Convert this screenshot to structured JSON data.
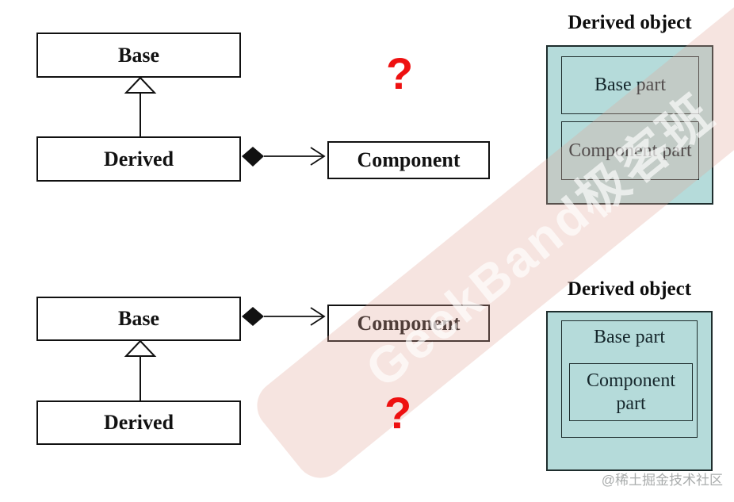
{
  "colors": {
    "background": "#ffffff",
    "uml_box_border": "#111111",
    "uml_label": "#121212",
    "memory_fill": "#b5dbda",
    "memory_border": "#1e2d2d",
    "question_red": "#ee1111",
    "watermark_band": "#e0a598",
    "watermark_text": "#ffffff",
    "footer_gray": "#a9acac"
  },
  "top_diagram": {
    "base_label": "Base",
    "derived_label": "Derived",
    "component_label": "Component",
    "question": "?"
  },
  "top_memory": {
    "title": "Derived object",
    "base_part": "Base part",
    "component_part": "Component part"
  },
  "bottom_diagram": {
    "base_label": "Base",
    "derived_label": "Derived",
    "component_label": "Component",
    "question": "?"
  },
  "bottom_memory": {
    "title": "Derived object",
    "base_part": "Base part",
    "component_part": "Component part"
  },
  "watermark": {
    "text": "GeekBand极客班"
  },
  "footer": {
    "credit": "@稀土掘金技术社区"
  }
}
